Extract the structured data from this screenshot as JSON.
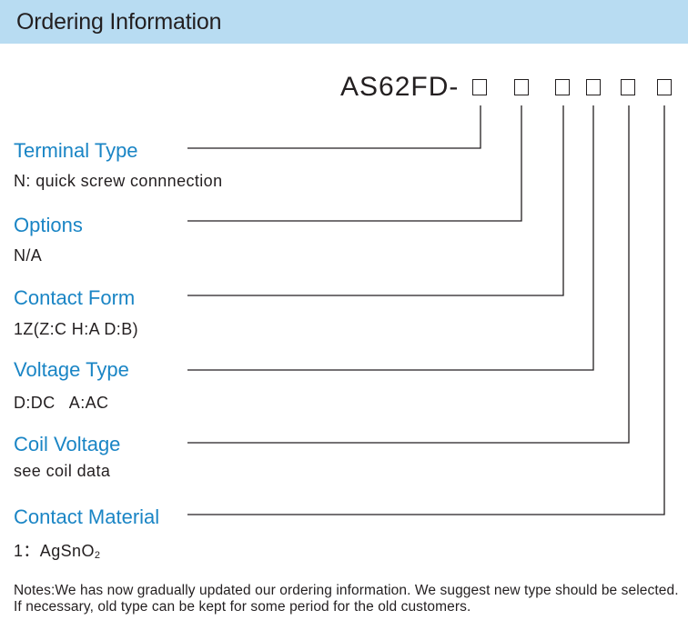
{
  "header": {
    "title": "Ordering Information"
  },
  "model": {
    "prefix": "AS62FD-"
  },
  "fields": [
    {
      "label": "Terminal Type",
      "value": "N: quick screw connnection"
    },
    {
      "label": "Options",
      "value": "N/A"
    },
    {
      "label": "Contact Form",
      "value": "1Z(Z:C H:A D:B)"
    },
    {
      "label": "Voltage Type",
      "value": "D:DC   A:AC"
    },
    {
      "label": "Coil Voltage",
      "value": "see coil data"
    },
    {
      "label": "Contact Material",
      "value_main": "1：AgSnO",
      "value_sub": "2"
    }
  ],
  "notes": "Notes:We has now gradually updated our ordering information. We suggest new type should be selected. If necessary, old type can be kept for some period for the old customers."
}
